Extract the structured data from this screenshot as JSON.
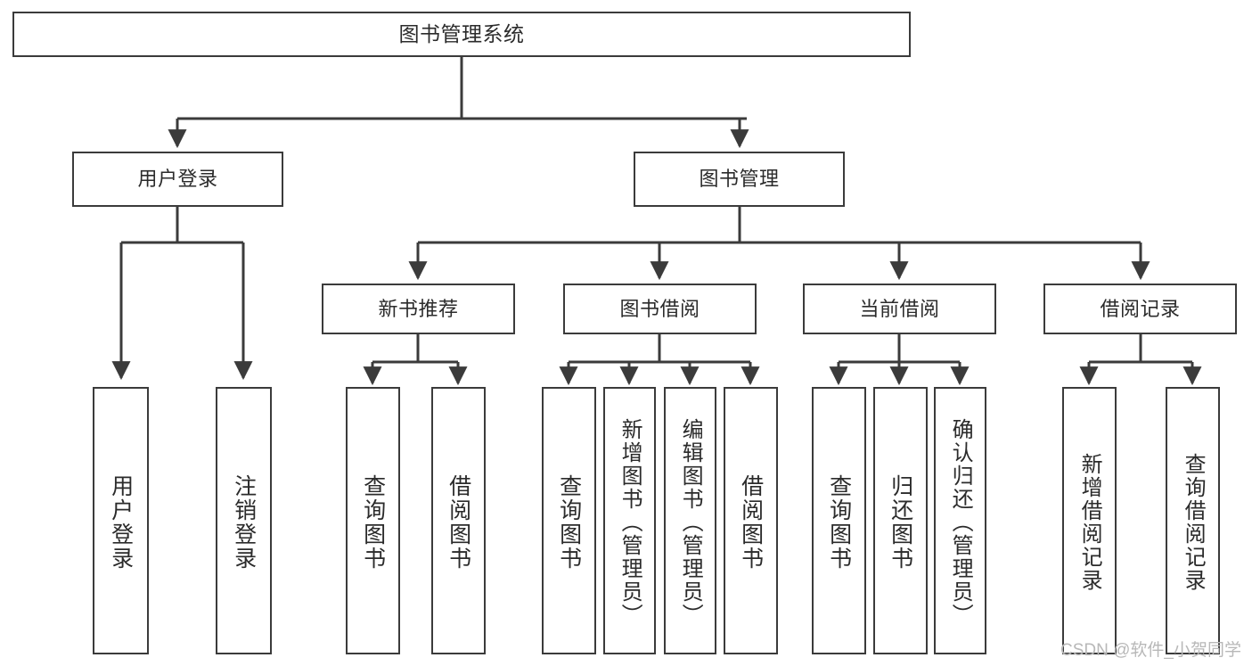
{
  "diagram": {
    "title": "图书管理系统",
    "type": "tree-hierarchy",
    "watermark": "CSDN @软件_小贺同学",
    "colors": {
      "stroke": "#3b3b3b",
      "fill": "#ffffff",
      "text": "#2b2b2b",
      "watermark": "#b8b8b8"
    },
    "nodes": {
      "root": {
        "label": "图书管理系统"
      },
      "level2": [
        {
          "id": "user-login",
          "label": "用户登录"
        },
        {
          "id": "book-manage",
          "label": "图书管理"
        }
      ],
      "level3": [
        {
          "id": "new-book-recommend",
          "label": "新书推荐"
        },
        {
          "id": "book-borrow",
          "label": "图书借阅"
        },
        {
          "id": "current-borrow",
          "label": "当前借阅"
        },
        {
          "id": "borrow-record",
          "label": "借阅记录"
        }
      ],
      "leaves": {
        "user-login": [
          {
            "id": "leaf-user-login",
            "label": "用户登录"
          },
          {
            "id": "leaf-logout",
            "label": "注销登录"
          }
        ],
        "new-book-recommend": [
          {
            "id": "leaf-query-book-1",
            "label": "查询图书"
          },
          {
            "id": "leaf-borrow-book-1",
            "label": "借阅图书"
          }
        ],
        "book-borrow": [
          {
            "id": "leaf-query-book-2",
            "label": "查询图书"
          },
          {
            "id": "leaf-add-book",
            "label": "新增图书（管理员）"
          },
          {
            "id": "leaf-edit-book",
            "label": "编辑图书（管理员）"
          },
          {
            "id": "leaf-borrow-book-2",
            "label": "借阅图书"
          }
        ],
        "current-borrow": [
          {
            "id": "leaf-query-book-3",
            "label": "查询图书"
          },
          {
            "id": "leaf-return-book",
            "label": "归还图书"
          },
          {
            "id": "leaf-confirm-return",
            "label": "确认归还（管理员）"
          }
        ],
        "borrow-record": [
          {
            "id": "leaf-add-record",
            "label": "新增借阅记录"
          },
          {
            "id": "leaf-query-record",
            "label": "查询借阅记录"
          }
        ]
      }
    }
  }
}
